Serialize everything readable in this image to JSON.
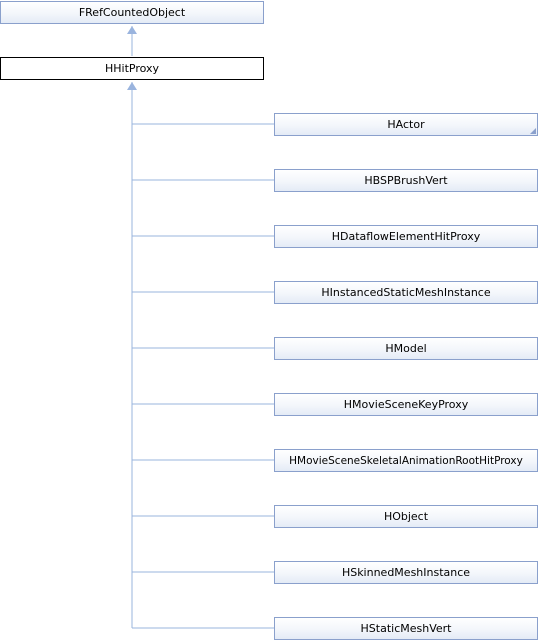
{
  "diagram": {
    "base_class": "FRefCountedObject",
    "current_class": "HHitProxy",
    "derived_classes": [
      "HActor",
      "HBSPBrushVert",
      "HDataflowElementHitProxy",
      "HInstancedStaticMeshInstance",
      "HModel",
      "HMovieSceneKeyProxy",
      "HMovieSceneSkeletalAnimationRootHitProxy",
      "HObject",
      "HSkinnedMeshInstance",
      "HStaticMeshVert"
    ],
    "colors": {
      "line": "#9ab4de",
      "box_border": "#8aa0cc",
      "current_border": "#000000"
    }
  }
}
